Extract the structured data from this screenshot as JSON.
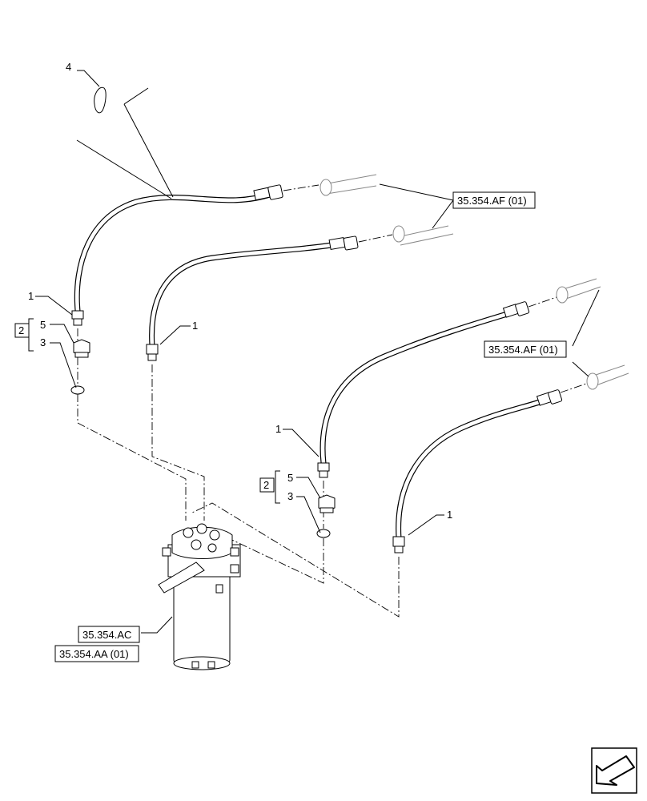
{
  "callouts": {
    "hose_1": "1",
    "kit_2": "2",
    "o_ring_3": "3",
    "cap_4": "4",
    "adapter_5": "5"
  },
  "references": {
    "pump_lines_ref": "35.354.AF (01)",
    "right_lines_ref": "35.354.AF (01)",
    "steering_unit_ref": "35.354.AC",
    "steering_assy_ref": "35.354.AA (01)"
  },
  "icons": {
    "nav": "next-page-arrow-icon"
  }
}
